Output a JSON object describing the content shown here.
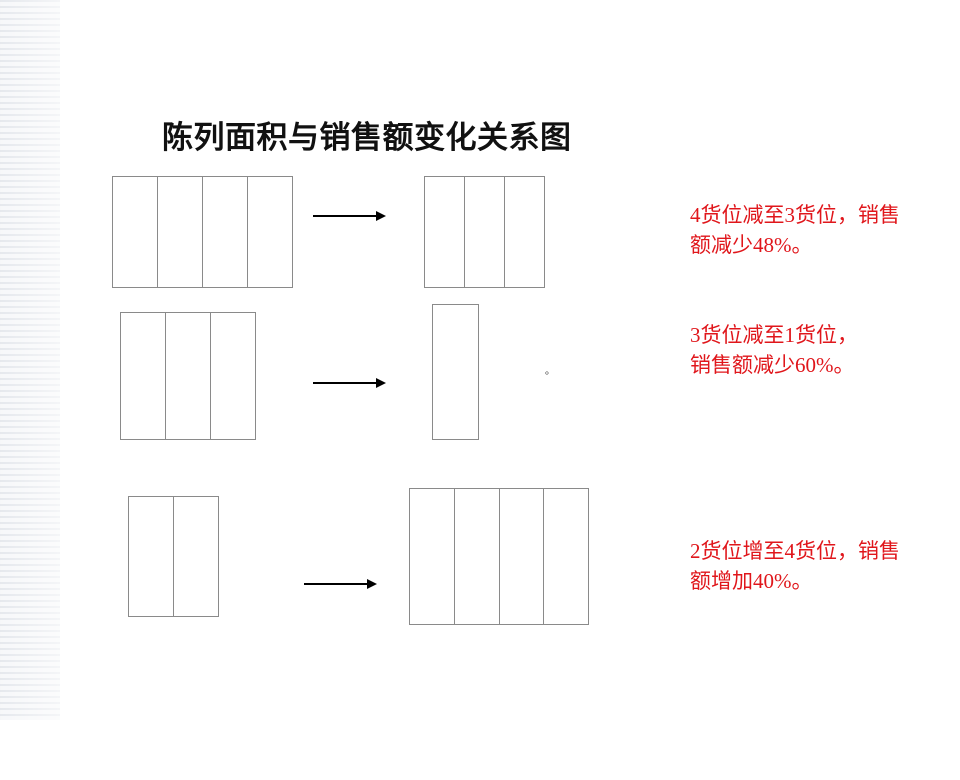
{
  "title": "陈列面积与销售额变化关系图",
  "relations": [
    {
      "from_slots": 4,
      "to_slots": 3,
      "note_parts": [
        {
          "text": "4",
          "num": true
        },
        {
          "text": "货位减至",
          "num": false
        },
        {
          "text": "3",
          "num": true
        },
        {
          "text": "货位，销售额减少",
          "num": false
        },
        {
          "text": "48%",
          "num": true
        },
        {
          "text": "。",
          "num": false
        }
      ]
    },
    {
      "from_slots": 3,
      "to_slots": 1,
      "note_parts": [
        {
          "text": "3",
          "num": true
        },
        {
          "text": "货位减至",
          "num": false
        },
        {
          "text": "1",
          "num": true
        },
        {
          "text": "货位，销售额减少",
          "num": false
        },
        {
          "text": "60%",
          "num": true
        },
        {
          "text": "。",
          "num": false
        }
      ]
    },
    {
      "from_slots": 2,
      "to_slots": 4,
      "note_parts": [
        {
          "text": "2",
          "num": true
        },
        {
          "text": "货位增至",
          "num": false
        },
        {
          "text": "4",
          "num": true
        },
        {
          "text": "货位，销售额增加",
          "num": false
        },
        {
          "text": "40%",
          "num": true
        },
        {
          "text": "。",
          "num": false
        }
      ]
    }
  ],
  "stray_mark": "。",
  "colors": {
    "note_text": "#e0161b",
    "rack_border": "#8a8a8a",
    "arrow": "#000000",
    "title_text": "#111111"
  }
}
